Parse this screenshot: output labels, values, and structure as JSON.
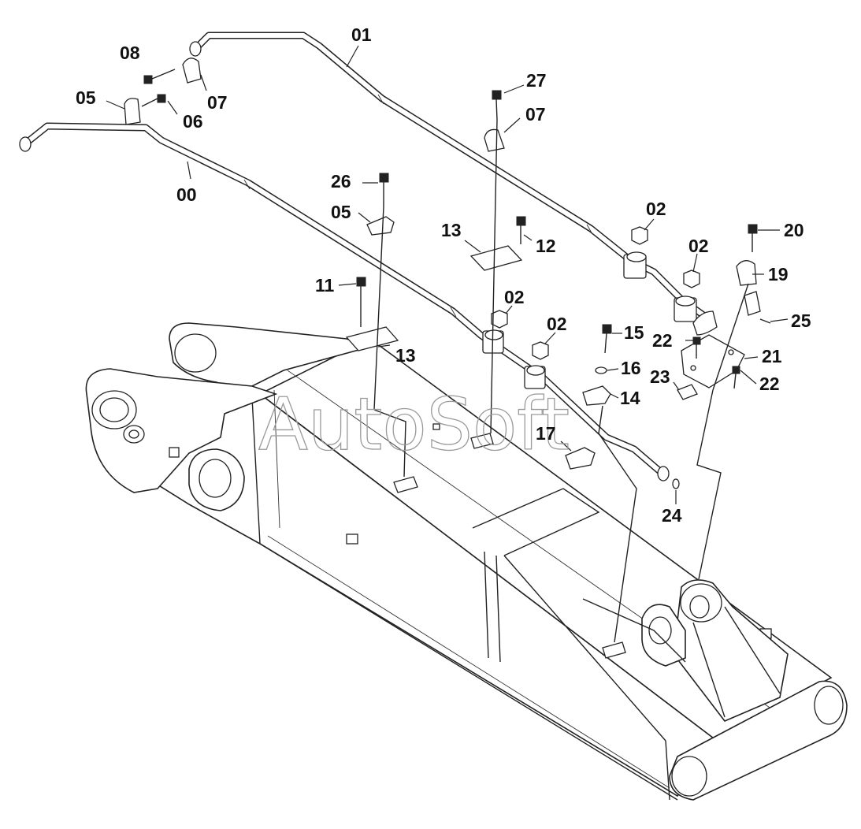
{
  "watermark": "AutoSoft",
  "callouts": [
    {
      "id": "c-01",
      "text": "01"
    },
    {
      "id": "c-08",
      "text": "08"
    },
    {
      "id": "c-07a",
      "text": "07"
    },
    {
      "id": "c-05a",
      "text": "05"
    },
    {
      "id": "c-06",
      "text": "06"
    },
    {
      "id": "c-00",
      "text": "00"
    },
    {
      "id": "c-27",
      "text": "27"
    },
    {
      "id": "c-07b",
      "text": "07"
    },
    {
      "id": "c-26",
      "text": "26"
    },
    {
      "id": "c-05b",
      "text": "05"
    },
    {
      "id": "c-13a",
      "text": "13"
    },
    {
      "id": "c-12",
      "text": "12"
    },
    {
      "id": "c-02a",
      "text": "02"
    },
    {
      "id": "c-02b",
      "text": "02"
    },
    {
      "id": "c-20",
      "text": "20"
    },
    {
      "id": "c-19",
      "text": "19"
    },
    {
      "id": "c-11",
      "text": "11"
    },
    {
      "id": "c-02c",
      "text": "02"
    },
    {
      "id": "c-02d",
      "text": "02"
    },
    {
      "id": "c-13b",
      "text": "13"
    },
    {
      "id": "c-15",
      "text": "15"
    },
    {
      "id": "c-25",
      "text": "25"
    },
    {
      "id": "c-22a",
      "text": "22"
    },
    {
      "id": "c-21",
      "text": "21"
    },
    {
      "id": "c-16",
      "text": "16"
    },
    {
      "id": "c-23",
      "text": "23"
    },
    {
      "id": "c-22b",
      "text": "22"
    },
    {
      "id": "c-14",
      "text": "14"
    },
    {
      "id": "c-17",
      "text": "17"
    },
    {
      "id": "c-24",
      "text": "24"
    }
  ]
}
